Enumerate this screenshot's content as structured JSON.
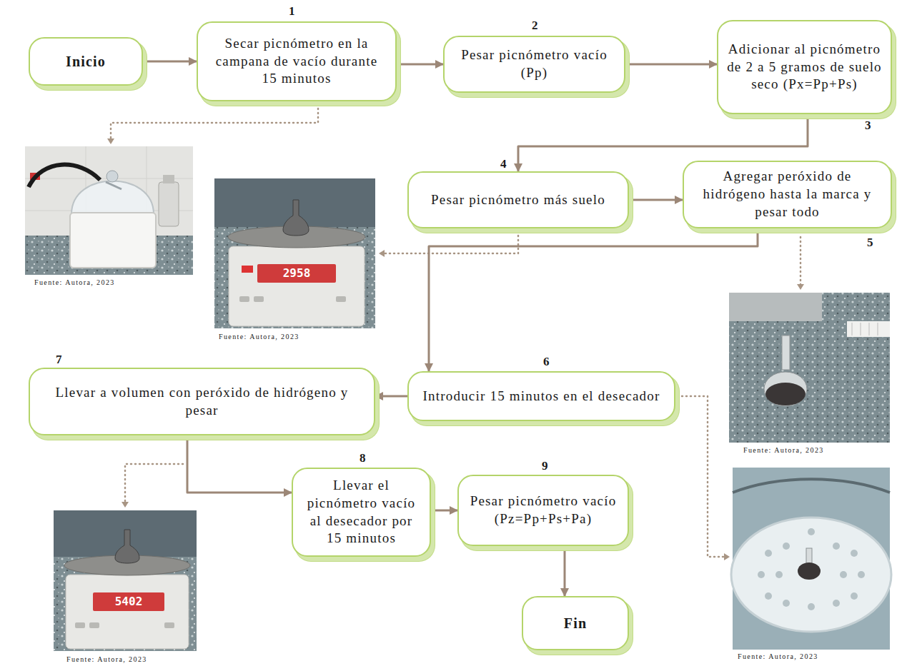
{
  "diagram": {
    "nodes": [
      {
        "text": [
          "Inicio"
        ]
      },
      {
        "text": [
          "Secar picnómetro en la campana de vacío durante 15 minutos"
        ]
      },
      {
        "text": [
          "Pesar picnómetro vacío (Pp)"
        ]
      },
      {
        "text": [
          "Adicionar al picnómetro de 2 a 5 gramos de suelo seco (Px=Pp+Ps)"
        ]
      },
      {
        "text": [
          "Pesar picnómetro más suelo"
        ]
      },
      {
        "text": [
          "Agregar peróxido de hidrógeno hasta la marca y pesar todo"
        ]
      },
      {
        "text": [
          "Introducir 15 minutos en el desecador"
        ]
      },
      {
        "text": [
          "Llevar a volumen con peróxido de hidrógeno y pesar"
        ]
      },
      {
        "text": [
          "Llevar el picnómetro vacío al desecador por 15 minutos"
        ]
      },
      {
        "text": [
          "Pesar picnómetro vacío (Pz=Pp+Ps+Pa)"
        ]
      },
      {
        "text": [
          "Fin"
        ]
      }
    ],
    "edges": [
      {
        "from": 0,
        "to": 1,
        "arrow": "to"
      },
      {
        "from": 1,
        "to": 2,
        "arrow": "to"
      },
      {
        "from": 2,
        "to": 3,
        "arrow": "to"
      },
      {
        "from": 3,
        "to": 4,
        "arrow": "to"
      },
      {
        "from": 4,
        "to": 5,
        "arrow": "to"
      },
      {
        "from": 5,
        "to": 6,
        "arrow": "to"
      },
      {
        "from": 6,
        "to": 7,
        "arrow": "to"
      },
      {
        "from": 7,
        "to": 8,
        "arrow": "to"
      },
      {
        "from": 8,
        "to": 9,
        "arrow": "to"
      },
      {
        "from": 9,
        "to": 10,
        "arrow": "to"
      }
    ],
    "labels": [
      "1",
      "2",
      "3",
      "4",
      "5",
      "6",
      "7",
      "8",
      "9",
      "Fuente: Autora, 2023",
      "Fuente: Autora, 2023",
      "Fuente: Autora, 2023",
      "Fuente: Autora, 2023",
      "Fuente: Autora, 2023",
      "2958",
      "5402"
    ]
  }
}
